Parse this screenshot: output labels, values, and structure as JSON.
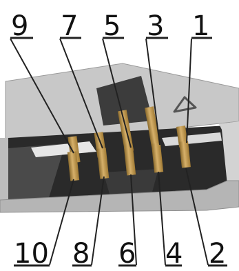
{
  "diagram": {
    "top_row_labels": [
      "9",
      "7",
      "5",
      "3",
      "1"
    ],
    "bottom_row_labels": [
      "10",
      "8",
      "6",
      "4",
      "2"
    ]
  }
}
